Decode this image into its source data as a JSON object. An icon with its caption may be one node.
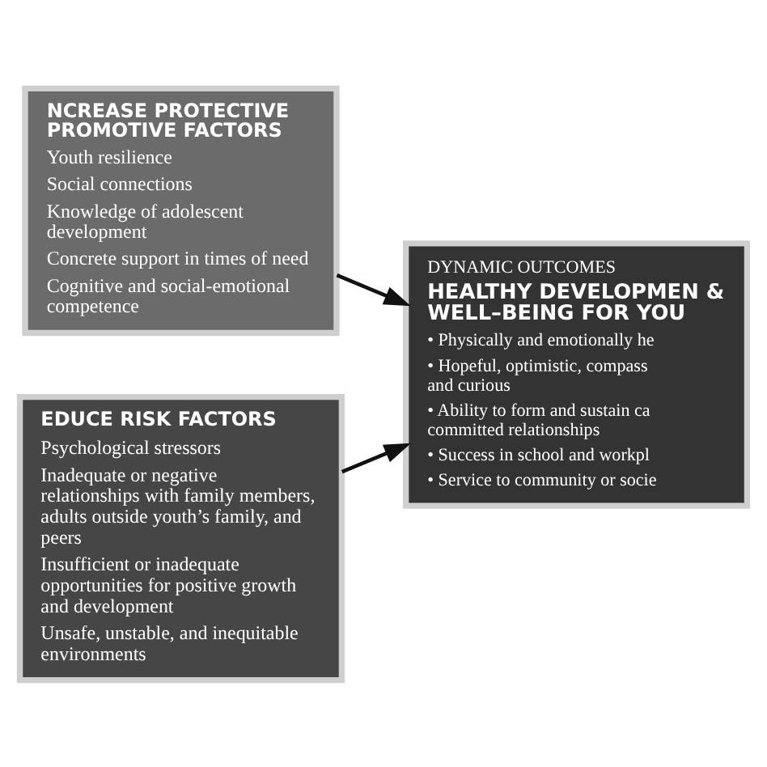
{
  "diagram": {
    "nodes": [
      {
        "text": [
          "NCREASE PROTECTIVE PROMOTIVE FACTORS",
          "Youth resilience",
          "Social connections",
          "Knowledge of adolescent development",
          "Concrete support in times of need",
          "Cognitive and social-emotional competence"
        ]
      },
      {
        "text": [
          "EDUCE RISK FACTORS",
          "Psychological stressors",
          "Inadequate or negative relationships with family members, adults outside youth’s family, and peers",
          "Insufficient or inadequate opportunities for positive growth and development",
          "Unsafe, unstable, and inequitable environments"
        ]
      },
      {
        "text": [
          "DYNAMIC OUTCOMES",
          "HEALTHY DEVELOPMEN & WELL–BEING FOR YOU",
          "• Physically and emotionally he",
          "• Hopeful, optimistic, compass and curious",
          "• Ability to form and sustain ca committed relationships",
          "• Success in school and workpl",
          "• Service to community or socie"
        ]
      }
    ],
    "edges": [
      {
        "from": 0,
        "to": 2,
        "arrow": "to"
      },
      {
        "from": 1,
        "to": 2,
        "arrow": "to"
      }
    ]
  }
}
